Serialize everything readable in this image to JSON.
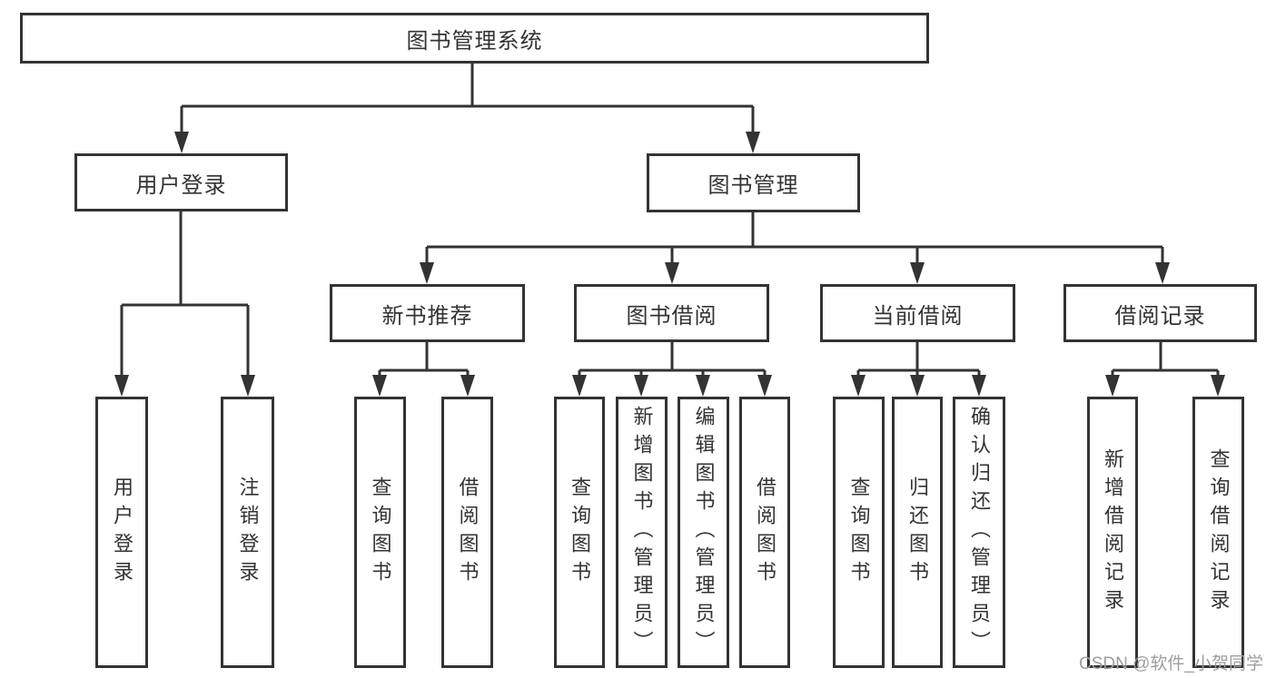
{
  "diagram": {
    "title": "图书管理系统",
    "level2": {
      "user_login": "用户登录",
      "book_mgmt": "图书管理"
    },
    "level3": {
      "new_book_rec": "新书推荐",
      "book_borrow": "图书借阅",
      "current_borrow": "当前借阅",
      "borrow_records": "借阅记录"
    },
    "leaves": {
      "user_login": [
        "用户登录",
        "注销登录"
      ],
      "new_book_rec": [
        "查询图书",
        "借阅图书"
      ],
      "book_borrow": [
        "查询图书",
        "新增图书（管理员）",
        "编辑图书（管理员）",
        "借阅图书"
      ],
      "current_borrow": [
        "查询图书",
        "归还图书",
        "确认归还（管理员）"
      ],
      "borrow_records": [
        "新增借阅记录",
        "查询借阅记录"
      ]
    },
    "watermark": "CSDN @软件_小贺同学",
    "colors": {
      "line": "#333333",
      "text": "#333333",
      "watermark": "#9e9e9e",
      "background": "#ffffff"
    }
  }
}
